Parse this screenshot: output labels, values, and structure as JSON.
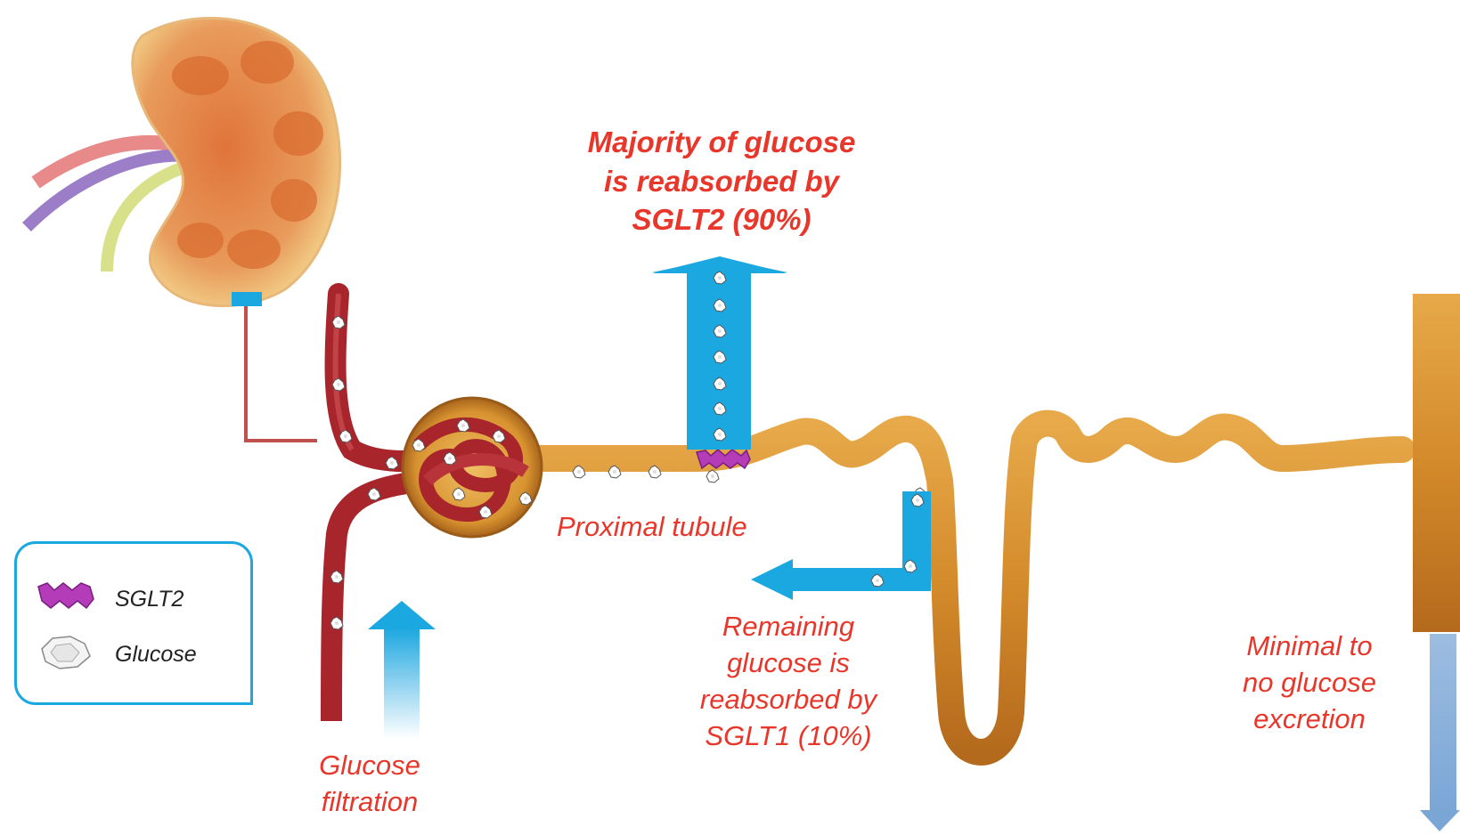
{
  "labels": {
    "reabsorbed_sglt2": [
      "Majority of glucose",
      "is reabsorbed by",
      "SGLT2 (90%)"
    ],
    "proximal_tubule": "Proximal tubule",
    "reabsorbed_sglt1": [
      "Remaining",
      "glucose is",
      "reabsorbed by",
      "SGLT1 (10%)"
    ],
    "filtration": [
      "Glucose",
      "filtration"
    ],
    "excretion": [
      "Minimal to",
      "no glucose",
      "excretion"
    ]
  },
  "legend": {
    "sglt2": "SGLT2",
    "glucose": "Glucose"
  },
  "colors": {
    "label_red": "#e8372a",
    "arrow_blue": "#1ba7e0",
    "tubule": "#d9902e",
    "vessel": "#a8262b",
    "kidney": "#e9a46a",
    "sglt2_purple": "#b43cb8"
  }
}
